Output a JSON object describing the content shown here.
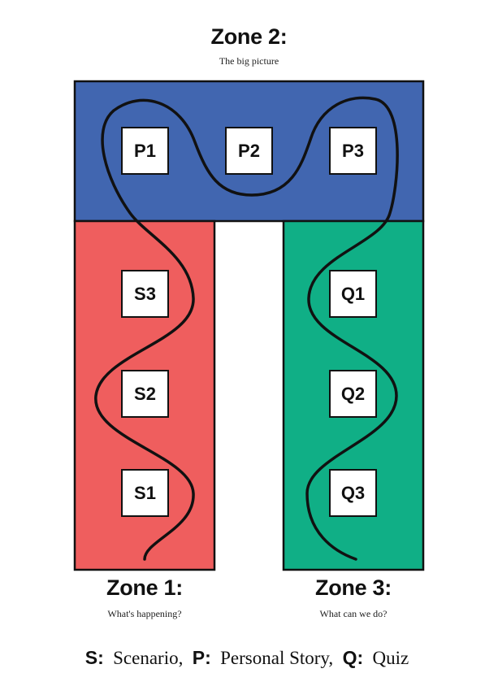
{
  "colors": {
    "zone2": "#4166B0",
    "zone1": "#EF5E5E",
    "zone3": "#10AF86",
    "outline": "#111111",
    "node_fill": "#FFFFFF"
  },
  "zone2": {
    "title": "Zone 2:",
    "subtitle": "The big picture"
  },
  "zone1": {
    "title": "Zone 1:",
    "subtitle": "What's happening?"
  },
  "zone3": {
    "title": "Zone 3:",
    "subtitle": "What can we do?"
  },
  "nodes": {
    "p1": "P1",
    "p2": "P2",
    "p3": "P3",
    "s1": "S1",
    "s2": "S2",
    "s3": "S3",
    "q1": "Q1",
    "q2": "Q2",
    "q3": "Q3"
  },
  "legend": {
    "s_key": "S:",
    "s_val": "Scenario,",
    "p_key": "P:",
    "p_val": "Personal Story,",
    "q_key": "Q:",
    "q_val": "Quiz"
  }
}
